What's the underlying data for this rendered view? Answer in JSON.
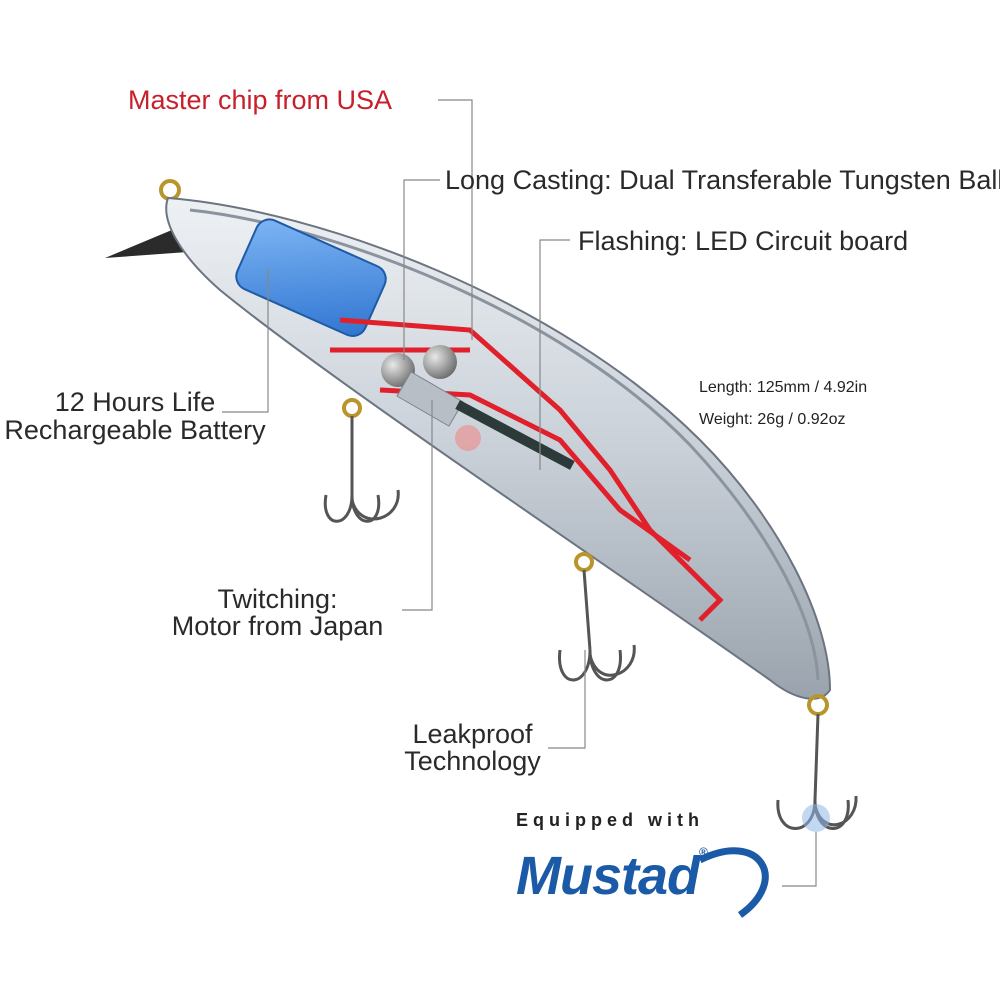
{
  "labels": {
    "master_chip": "Master chip from USA",
    "long_casting": "Long Casting: Dual Transferable Tungsten Ball",
    "flashing": "Flashing: LED Circuit board",
    "battery_line1": "12 Hours Life",
    "battery_line2": "Rechargeable Battery",
    "length": "Length: 125mm / 4.92in",
    "weight": "Weight: 26g / 0.92oz",
    "twitching_line1": "Twitching:",
    "twitching_line2": "Motor from Japan",
    "leakproof_line1": "Leakproof",
    "leakproof_line2": "Technology",
    "equipped": "Equipped with",
    "brand": "Mustad",
    "brand_mark": "®"
  },
  "colors": {
    "label_text": "#2a2a2a",
    "highlight_red": "#c8202a",
    "brand_blue": "#1b5aa6",
    "battery_blue": "#3a86e0",
    "wire_red": "#e0202a",
    "body_gray": "#c9d0d8"
  }
}
